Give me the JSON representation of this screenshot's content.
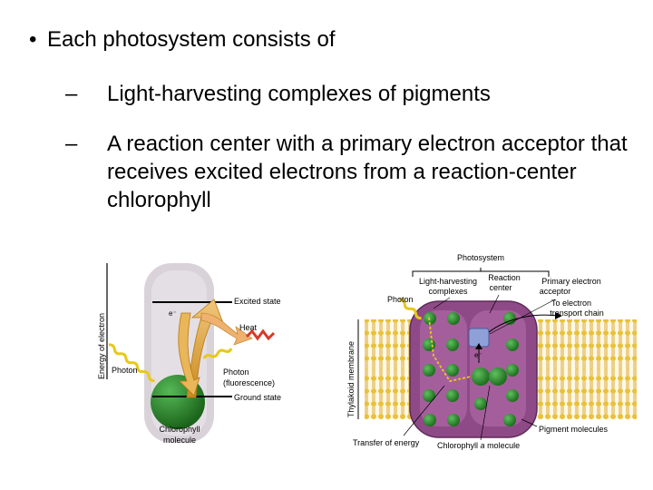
{
  "slide": {
    "bullet_symbol": "•",
    "heading": "Each photosystem consists of",
    "subpoints": [
      {
        "dash": "–",
        "text": "Light-harvesting complexes of pigments"
      },
      {
        "dash": "–",
        "text": "A reaction center with a primary electron acceptor that receives excited electrons from a reaction-center chlorophyll"
      }
    ]
  },
  "figure": {
    "colors": {
      "chlorophyll_green": "#2f8f2f",
      "membrane_purple": "#8e4a86",
      "light_yellow": "#e8c81a",
      "heat_red": "#d63a2a",
      "panel_gray": "#d8d2d8"
    },
    "left_panel": {
      "y_axis_label": "Energy of electron",
      "excited_state": "Excited state",
      "electron": "e⁻",
      "heat": "Heat",
      "photon_in": "Photon",
      "photon_fluorescence_line1": "Photon",
      "photon_fluorescence_line2": "(fluorescence)",
      "ground_state": "Ground state",
      "molecule_line1": "Chlorophyll",
      "molecule_line2": "molecule"
    },
    "right_panel": {
      "photosystem": "Photosystem",
      "lhc_line1": "Light-harvesting",
      "lhc_line2": "complexes",
      "rc_line1": "Reaction",
      "rc_line2": "center",
      "photon": "Photon",
      "primary_line1": "Primary electron",
      "primary_line2": "acceptor",
      "to_electron_line1": "To electron",
      "to_electron_line2": "transport chain",
      "electron": "e⁻",
      "membrane_label": "Thylakoid membrane",
      "pigment_molecules": "Pigment molecules",
      "transfer_energy": "Transfer of energy",
      "chlorophyll_a_prefix": "Chlorophyll",
      "chlorophyll_a_italic": "a",
      "chlorophyll_a_suffix": " molecule"
    }
  }
}
